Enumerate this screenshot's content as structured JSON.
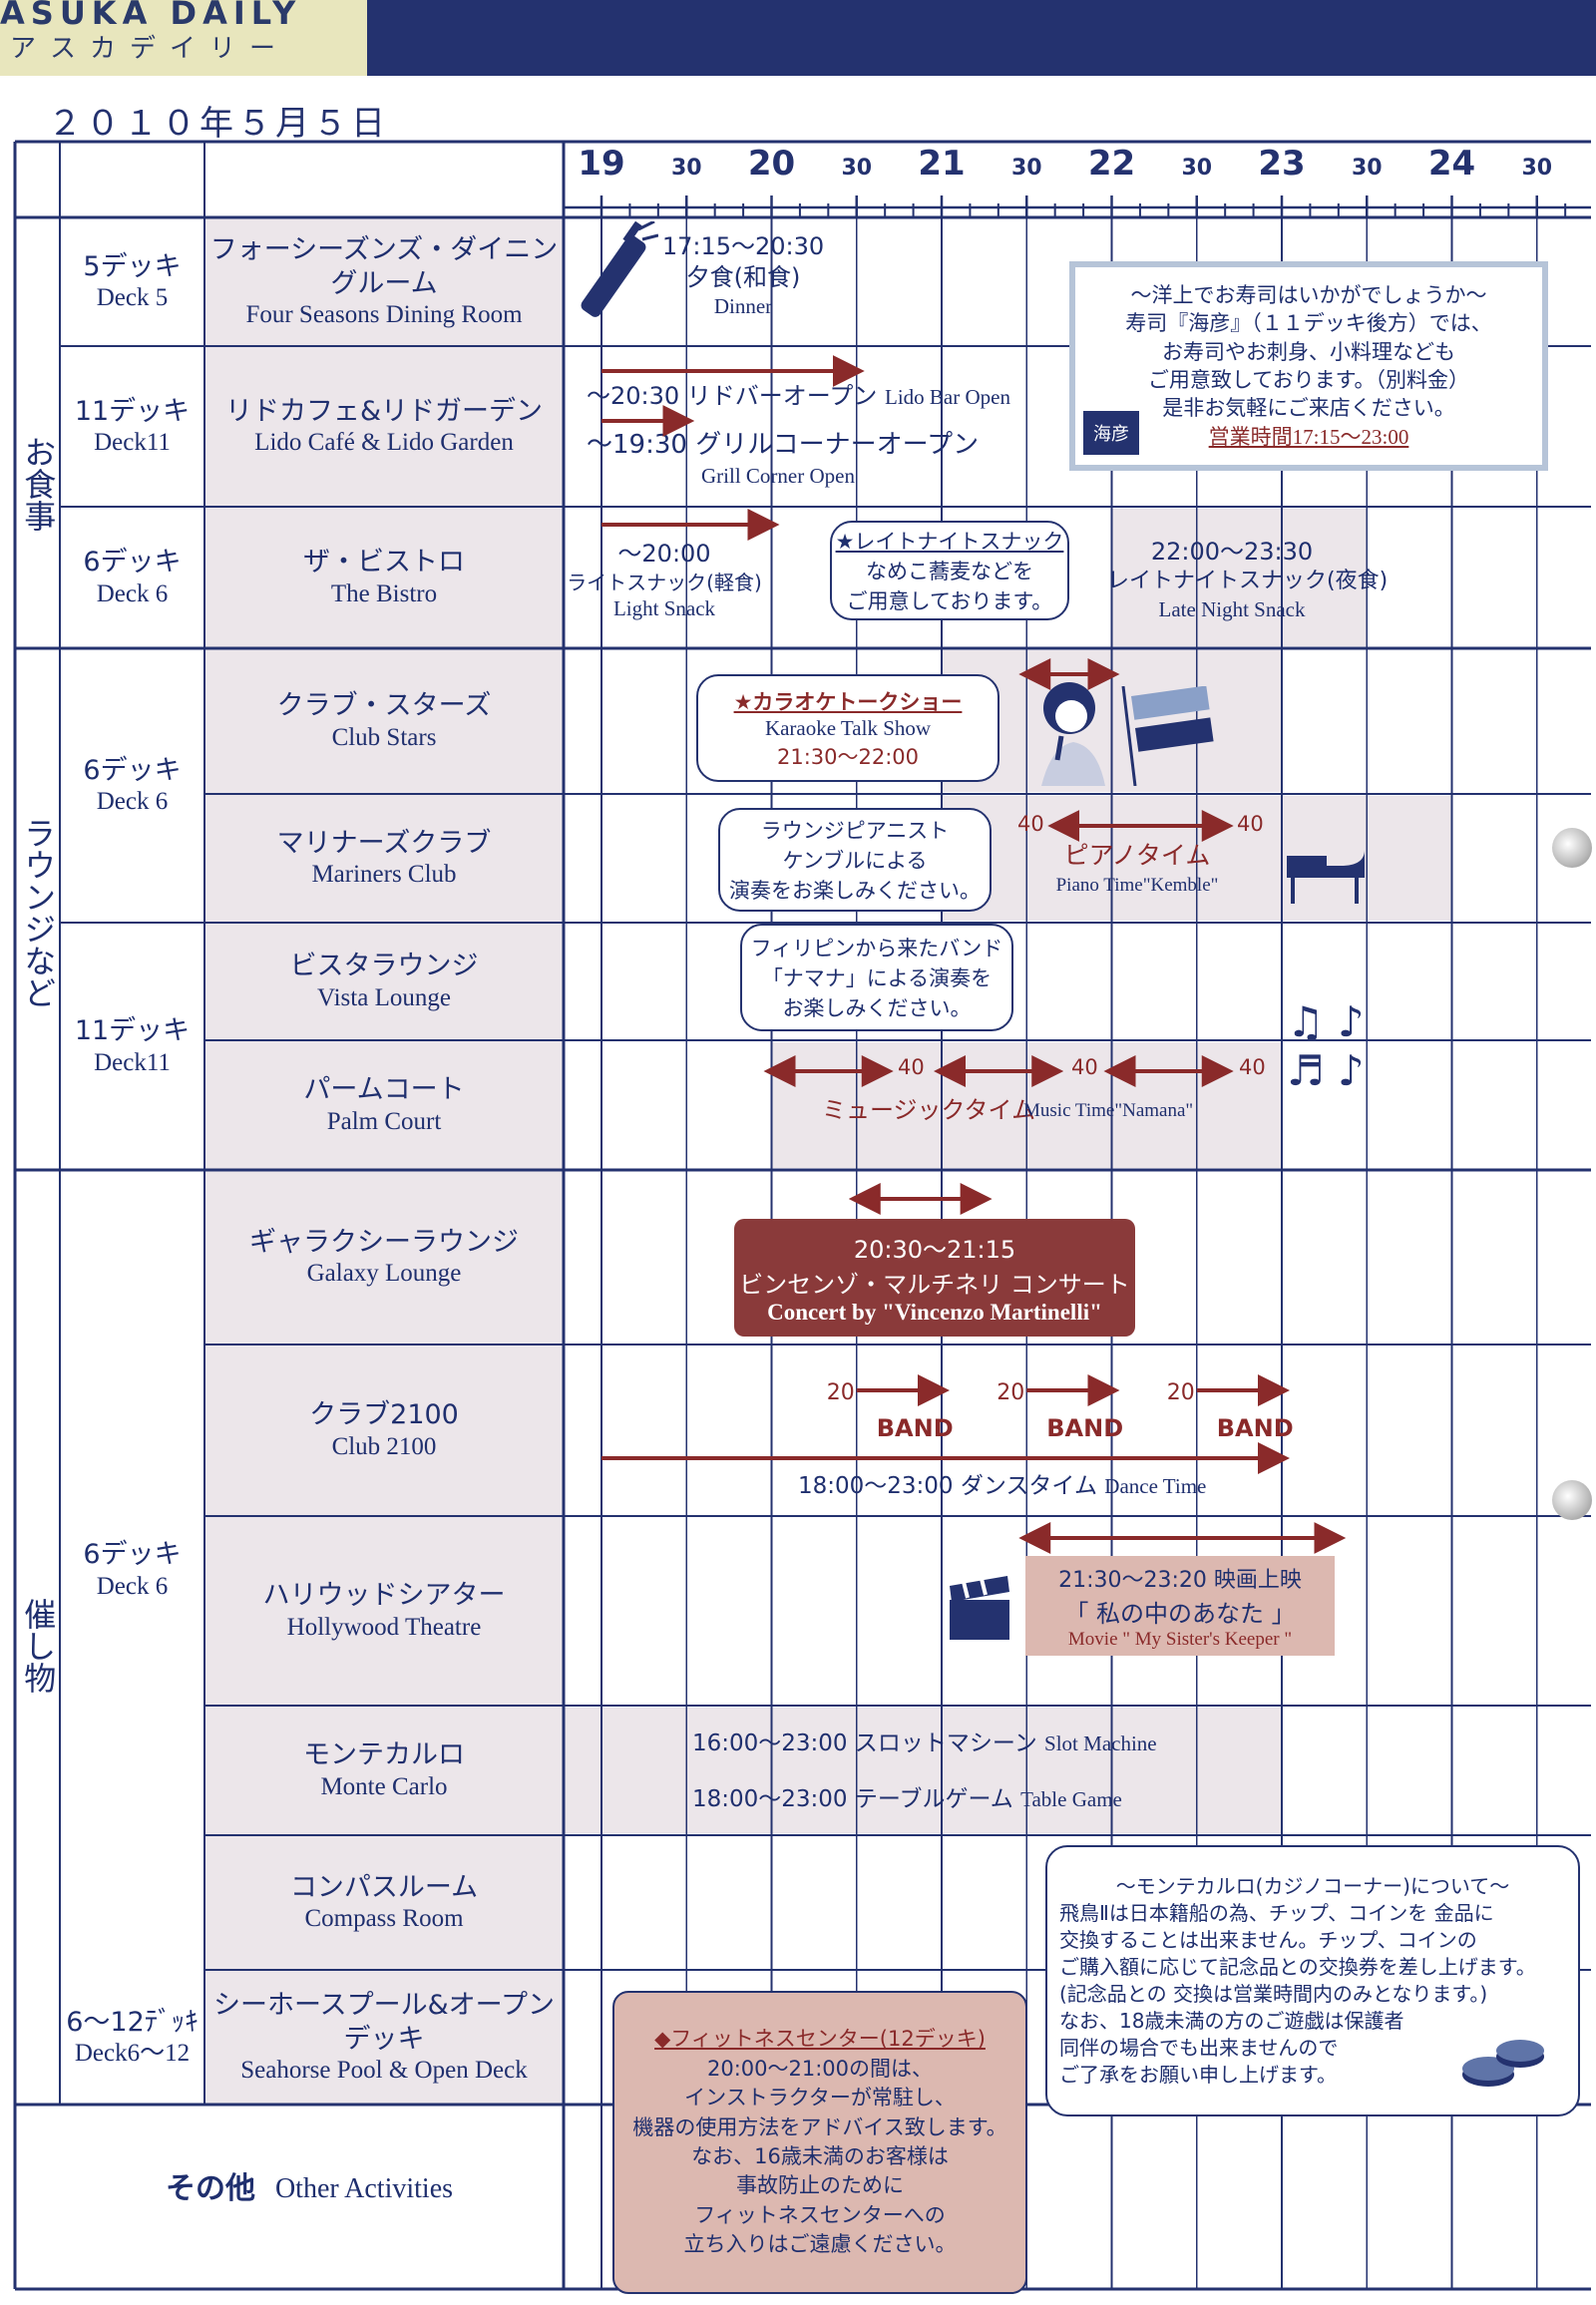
{
  "header": {
    "title_en": "ASUKA DAILY",
    "title_jp": "アスカデイリー"
  },
  "date": "２０１０年５月５日",
  "hour_labels": [
    "19",
    "30",
    "20",
    "30",
    "21",
    "30",
    "22",
    "30",
    "23",
    "30",
    "24",
    "30"
  ],
  "categories": {
    "dining": "お食事",
    "lounge": "ラウンジなど",
    "entertainment": "催し物"
  },
  "rows": [
    {
      "deck_jp": "5デッキ",
      "deck_en": "Deck 5",
      "name_jp": "フォーシーズンズ・ダイニングルーム",
      "name_en": "Four Seasons Dining Room"
    },
    {
      "deck_jp": "11デッキ",
      "deck_en": "Deck11",
      "name_jp": "リドカフェ&リドガーデン",
      "name_en": "Lido Café & Lido Garden"
    },
    {
      "deck_jp": "6デッキ",
      "deck_en": "Deck 6",
      "name_jp": "ザ・ビストロ",
      "name_en": "The Bistro"
    },
    {
      "deck_jp": "6デッキ",
      "deck_en": "Deck 6",
      "name_jp": "クラブ・スターズ",
      "name_en": "Club Stars"
    },
    {
      "deck_jp": "",
      "deck_en": "",
      "name_jp": "マリナーズクラブ",
      "name_en": "Mariners Club"
    },
    {
      "deck_jp": "11デッキ",
      "deck_en": "Deck11",
      "name_jp": "ビスタラウンジ",
      "name_en": "Vista Lounge"
    },
    {
      "deck_jp": "",
      "deck_en": "",
      "name_jp": "パームコート",
      "name_en": "Palm Court"
    },
    {
      "deck_jp": "6デッキ",
      "deck_en": "Deck 6",
      "name_jp": "ギャラクシーラウンジ",
      "name_en": "Galaxy Lounge"
    },
    {
      "deck_jp": "",
      "deck_en": "",
      "name_jp": "クラブ2100",
      "name_en": "Club 2100"
    },
    {
      "deck_jp": "",
      "deck_en": "",
      "name_jp": "ハリウッドシアター",
      "name_en": "Hollywood Theatre"
    },
    {
      "deck_jp": "",
      "deck_en": "",
      "name_jp": "モンテカルロ",
      "name_en": "Monte Carlo"
    },
    {
      "deck_jp": "",
      "deck_en": "",
      "name_jp": "コンパスルーム",
      "name_en": "Compass Room"
    },
    {
      "deck_jp": "6〜12ﾃﾞｯｷ",
      "deck_en": "Deck6〜12",
      "name_jp": "シーホースプール&オープンデッキ",
      "name_en": "Seahorse Pool & Open Deck"
    }
  ],
  "other": {
    "jp": "その他",
    "en": "Other Activities"
  },
  "events": {
    "dinner": {
      "time": "17:15〜20:30",
      "jp": "夕食(和食)",
      "en": "Dinner"
    },
    "lido_bar": {
      "jp": "〜20:30 リドバーオープン",
      "en": "Lido Bar Open"
    },
    "grill": {
      "jp": "〜19:30 グリルコーナーオープン",
      "en": "Grill Corner Open"
    },
    "sushi": {
      "lines": [
        "〜洋上でお寿司はいかがでしょうか〜",
        "寿司『海彦』（１１デッキ後方）では、",
        "お寿司やお刺身、小料理なども",
        "ご用意致しております。（別料金）",
        "是非お気軽にご来店ください。"
      ],
      "hours": "営業時間17:15〜23:00",
      "logo": "海彦"
    },
    "light_snack": {
      "time": "〜20:00",
      "jp": "ライトスナック(軽食)",
      "en": "Light Snack"
    },
    "late_snack_note": {
      "title": "★レイトナイトスナック",
      "l1": "なめこ蕎麦などを",
      "l2": "ご用意しております。"
    },
    "late_snack": {
      "time": "22:00〜23:30",
      "jp": "レイトナイトスナック(夜食)",
      "en": "Late Night Snack"
    },
    "karaoke": {
      "title": "★カラオケトークショー",
      "en": "Karaoke Talk Show",
      "time": "21:30〜22:00"
    },
    "pianist_note": {
      "l1": "ラウンジピアニスト",
      "l2": "ケンブルによる",
      "l3": "演奏をお楽しみください。"
    },
    "piano": {
      "n1": "40",
      "n2": "40",
      "jp": "ピアノタイム",
      "en": "Piano Time\"Kemble\""
    },
    "band_note": {
      "l1": "フィリピンから来たバンド",
      "l2": "「ナマナ」による演奏を",
      "l3": "お楽しみください。"
    },
    "music": {
      "n1": "40",
      "n2": "40",
      "n3": "40",
      "jp": "ミュージックタイム",
      "en": "Music Time\"Namana\""
    },
    "concert": {
      "time": "20:30〜21:15",
      "jp": "ビンセンゾ・マルチネリ コンサート",
      "en": "Concert by \"Vincenzo Martinelli\""
    },
    "band": {
      "n": "20",
      "label": "BAND"
    },
    "dance": {
      "jp": "18:00〜23:00 ダンスタイム",
      "en": "Dance Time"
    },
    "movie": {
      "time": "21:30〜23:20 映画上映",
      "jp": "「 私の中のあなた 」",
      "en": "Movie \" My Sister's Keeper \""
    },
    "slot": {
      "jp": "16:00〜23:00 スロットマシーン",
      "en": "Slot Machine"
    },
    "table_game": {
      "jp": "18:00〜23:00 テーブルゲーム",
      "en": "Table Game"
    },
    "casino_note": {
      "title": "〜モンテカルロ(カジノコーナー)について〜",
      "lines": [
        "飛鳥Ⅱは日本籍船の為、チップ、コインを 金品に",
        "交換することは出来ません。チップ、コインの",
        "ご購入額に応じて記念品との交換券を差し上げます。",
        "(記念品との 交換は営業時間内のみとなります。)",
        "なお、18歳未満の方のご遊戯は保護者",
        "同伴の場合でも出来ませんので",
        "ご了承をお願い申し上げます。"
      ]
    },
    "fitness": {
      "title": "◆フィットネスセンター(12デッキ)",
      "lines": [
        "20:00〜21:00の間は、",
        "インストラクターが常駐し、",
        "機器の使用方法をアドバイス致します。",
        "なお、16歳未満のお客様は",
        "事故防止のために",
        "フィットネスセンターへの",
        "立ち入りはご遠慮ください。"
      ]
    }
  },
  "colors": {
    "navy": "#24326f",
    "shade": "#ece6ea",
    "brown": "#8a3a3a",
    "pink": "#dcb8b0",
    "header_bg": "#e8e6bd"
  }
}
